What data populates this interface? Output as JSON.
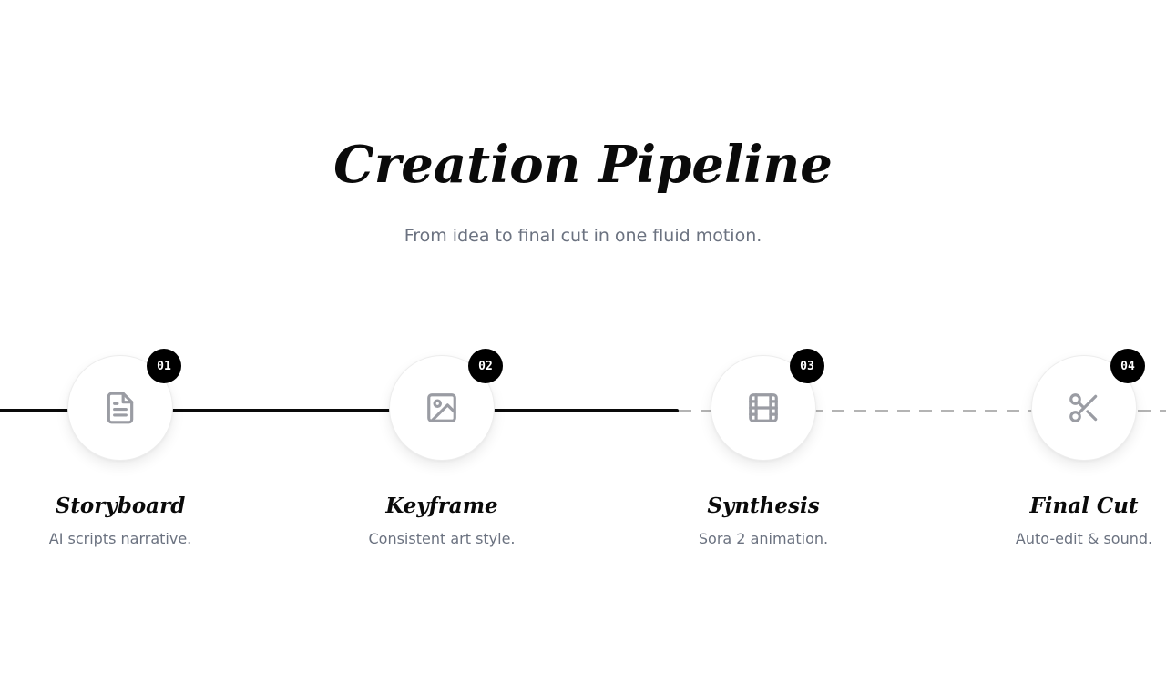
{
  "header": {
    "title": "Creation Pipeline",
    "subtitle": "From idea to final cut in one fluid motion."
  },
  "pipeline": {
    "progress_color": "#0a0a0a",
    "pending_color": "#b4b4b4",
    "steps": [
      {
        "number": "01",
        "icon": "document-icon",
        "title": "Storyboard",
        "description": "AI scripts narrative.",
        "status": "complete"
      },
      {
        "number": "02",
        "icon": "image-icon",
        "title": "Keyframe",
        "description": "Consistent art style.",
        "status": "complete"
      },
      {
        "number": "03",
        "icon": "film-icon",
        "title": "Synthesis",
        "description": "Sora 2 animation.",
        "status": "pending"
      },
      {
        "number": "04",
        "icon": "scissors-icon",
        "title": "Final Cut",
        "description": "Auto-edit & sound.",
        "status": "pending"
      }
    ]
  }
}
